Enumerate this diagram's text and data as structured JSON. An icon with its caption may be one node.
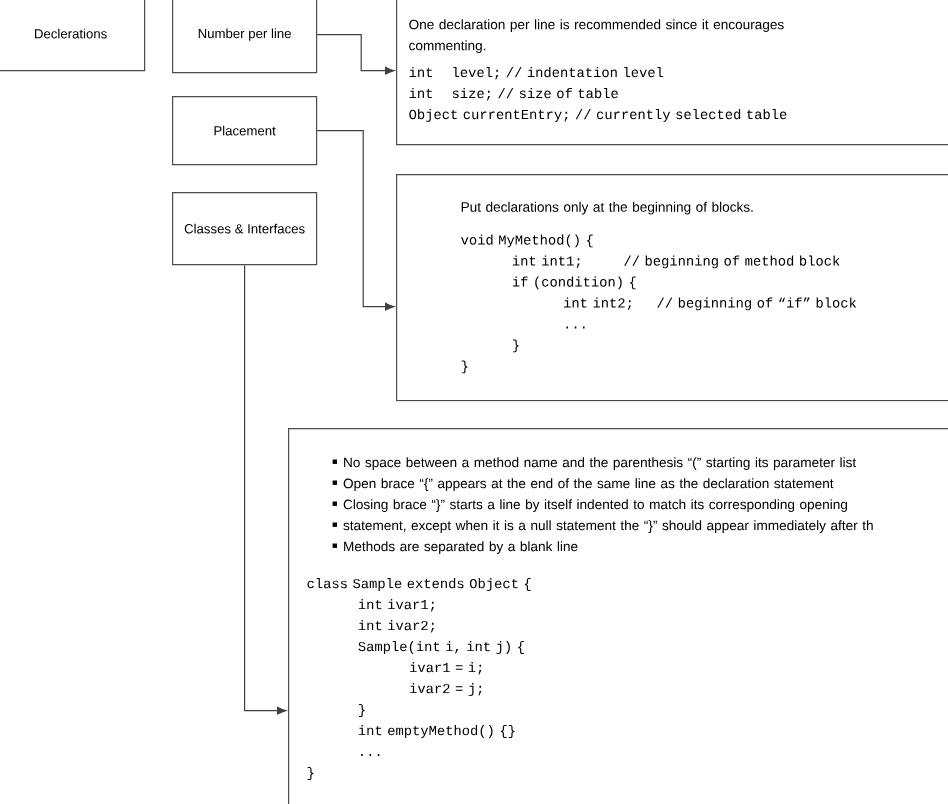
{
  "diagram": {
    "nodes": [
      {
        "text": [
          "Declerations"
        ]
      },
      {
        "text": [
          "Number per line"
        ]
      },
      {
        "text": [
          "Placement"
        ]
      },
      {
        "text": [
          "Classes & Interfaces"
        ]
      },
      {
        "text": [
          "One declaration per line is recommended since it encourages commenting.",
          "int    level; // indentation level",
          "int    size; // size of table",
          "Object currentEntry; // currently selected table"
        ]
      },
      {
        "text": [
          "Put declarations only at the beginning of blocks.",
          "void MyMethod() {",
          "    int int1;         // beginning of method block",
          "    if (condition) {",
          "        int int2;     // beginning of “if” block",
          "        ...",
          "    }",
          "}"
        ]
      },
      {
        "text": [
          "No space between a method name and the parenthesis “(” starting its parameter list",
          "Open brace “{” appears at the end of the same line as the declaration statement",
          "Closing brace “}” starts a line by itself indented to match its corresponding opening",
          "statement, except when it is a null statement the “}” should appear immediately after th",
          "Methods are separated by a blank line",
          "class Sample extends Object {",
          "    int ivar1;",
          "    int ivar2;",
          "    Sample(int i, int j) {",
          "        ivar1 = i;",
          "        ivar2 = j;",
          "    }",
          "    int emptyMethod() {}",
          "    ...",
          "}"
        ]
      }
    ],
    "edges": [
      {
        "from": 1,
        "to": 4,
        "arrow": "to"
      },
      {
        "from": 2,
        "to": 5,
        "arrow": "to"
      },
      {
        "from": 3,
        "to": 6,
        "arrow": "to"
      }
    ]
  }
}
